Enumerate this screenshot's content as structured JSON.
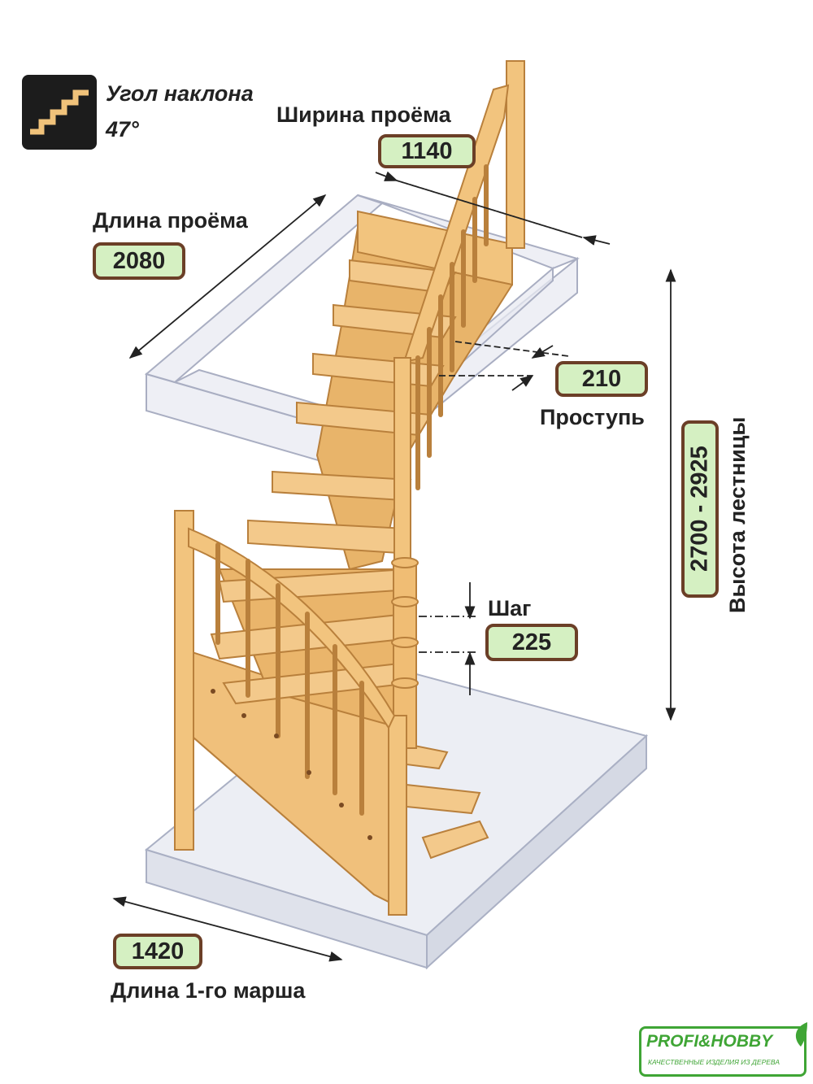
{
  "slope": {
    "title": "Угол наклона",
    "value": "47°"
  },
  "opening_width": {
    "label": "Ширина проёма",
    "value": "1140"
  },
  "opening_length": {
    "label": "Длина проёма",
    "value": "2080"
  },
  "tread": {
    "label": "Проступь",
    "value": "210"
  },
  "stair_height": {
    "label": "Высота лестницы",
    "value": "2700 - 2925"
  },
  "step": {
    "label": "Шаг",
    "value": "225"
  },
  "first_flight": {
    "label": "Длина 1-го марша",
    "value": "1420"
  },
  "logo": {
    "brand": "PROFI&HOBBY",
    "tagline": "КАЧЕСТВЕННЫЕ ИЗДЕЛИЯ ИЗ ДЕРЕВА"
  },
  "colors": {
    "badge_fill": "#d5f0c2",
    "badge_border": "#6b3f27",
    "wood": "#f0c27a",
    "wood_dark": "#d9a25a",
    "glass": "#e6e8f0",
    "logo_green": "#3fa535"
  }
}
